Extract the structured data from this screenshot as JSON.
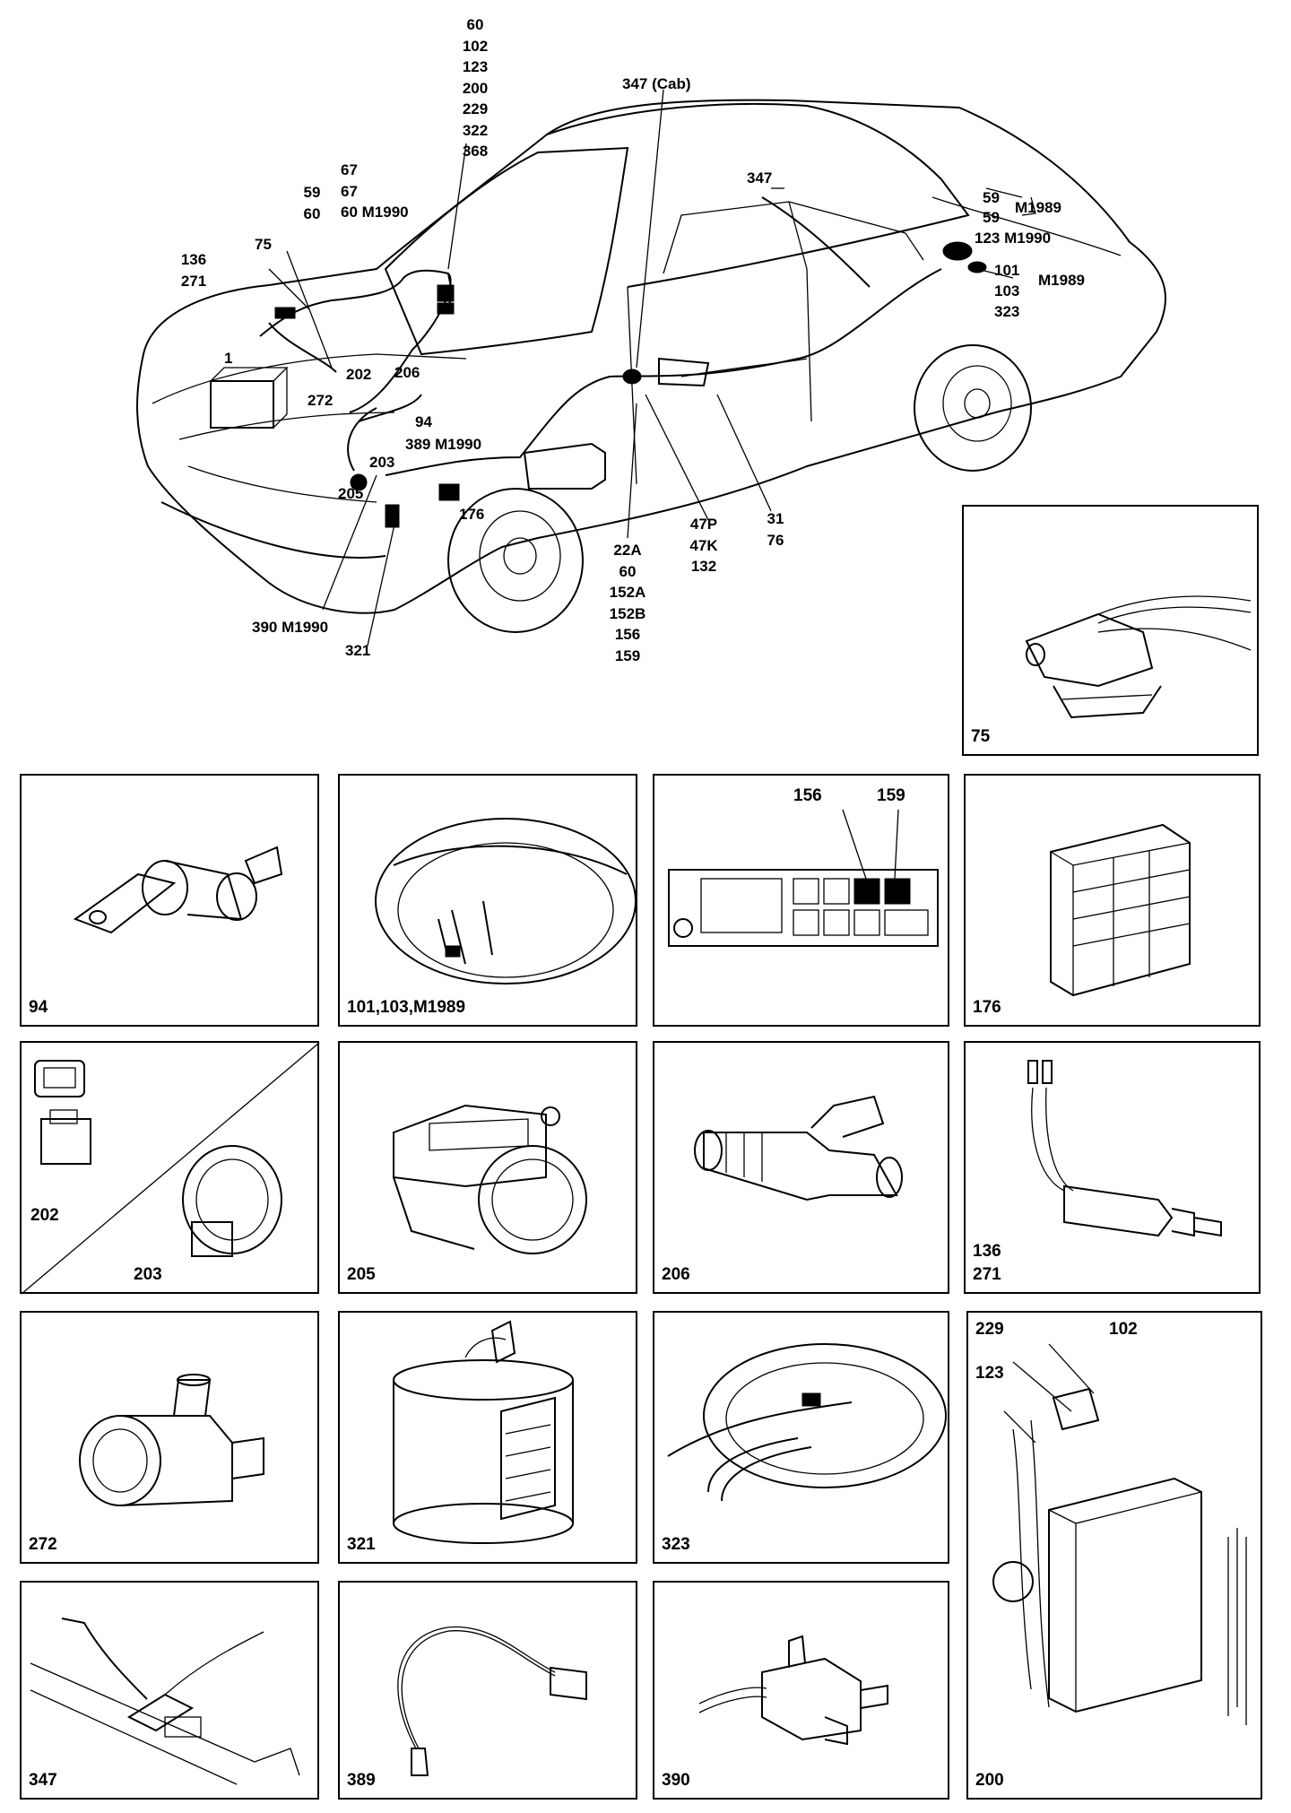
{
  "overview": {
    "callouts": {
      "top_stack": [
        "60",
        "102",
        "123",
        "200",
        "229",
        "322",
        "368"
      ],
      "cab": "347 (Cab)",
      "roof": "347",
      "l67_stack": [
        "67",
        "67",
        "60 M1990"
      ],
      "l59_stack": [
        "59",
        "60"
      ],
      "l136_stack": [
        "136",
        "271"
      ],
      "l75": "75",
      "l1": "1",
      "l202": "202",
      "l206": "206",
      "l272": "272",
      "l94": "94",
      "l389": "389 M1990",
      "l203": "203",
      "l205": "205",
      "l176": "176",
      "l390": "390 M1990",
      "l321": "321",
      "l22a_stack": [
        "22A",
        "60",
        "152A",
        "152B",
        "156",
        "159"
      ],
      "l47_stack": [
        "47P",
        "47K",
        "132"
      ],
      "l31_stack": [
        "31",
        "76"
      ],
      "rear_59a": "59",
      "rear_m1989a": "M1989",
      "rear_59b": "59",
      "rear_123": "123 M1990",
      "rear_101": "101",
      "rear_103": "103",
      "rear_m1989b": "M1989",
      "rear_323": "323"
    }
  },
  "panels": {
    "p75": "75",
    "p94": "94",
    "p101": "101,103,M1989",
    "p_fuse_caption": "",
    "p_fuse_156": "156",
    "p_fuse_159": "159",
    "p176": "176",
    "p202": "202",
    "p203": "203",
    "p205": "205",
    "p206": "206",
    "p136": "136",
    "p271": "271",
    "p272": "272",
    "p321": "321",
    "p323": "323",
    "p229": "229",
    "p102": "102",
    "p123": "123",
    "p200": "200",
    "p347": "347",
    "p389": "389",
    "p390": "390"
  }
}
